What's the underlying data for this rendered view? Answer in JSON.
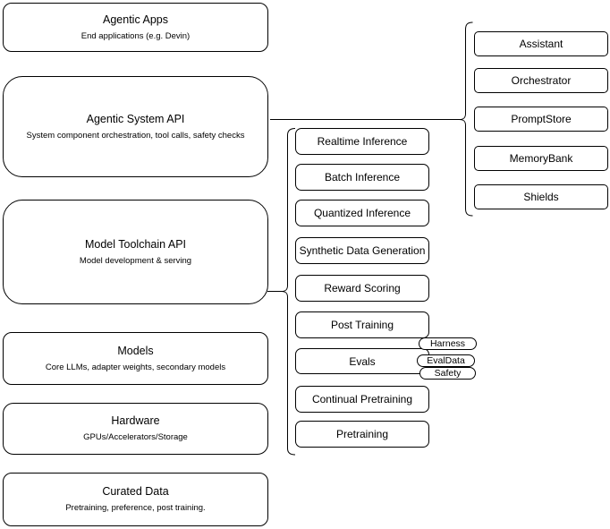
{
  "diagram": {
    "left_column": [
      {
        "title": "Agentic Apps",
        "subtitle": "End applications (e.g. Devin)"
      },
      {
        "title": "Agentic System API",
        "subtitle": "System component orchestration, tool calls, safety checks"
      },
      {
        "title": "Model Toolchain API",
        "subtitle": "Model development & serving"
      },
      {
        "title": "Models",
        "subtitle": "Core LLMs, adapter weights, secondary models"
      },
      {
        "title": "Hardware",
        "subtitle": "GPUs/Accelerators/Storage"
      },
      {
        "title": "Curated Data",
        "subtitle": "Pretraining, preference, post training."
      }
    ],
    "toolchain_components": [
      "Realtime Inference",
      "Batch Inference",
      "Quantized Inference",
      "Synthetic Data Generation",
      "Reward Scoring",
      "Post Training",
      "Evals",
      "Continual Pretraining",
      "Pretraining"
    ],
    "eval_tags": [
      "Harness",
      "EvalData",
      "Safety"
    ],
    "system_components": [
      "Assistant",
      "Orchestrator",
      "PromptStore",
      "MemoryBank",
      "Shields"
    ],
    "colors": {
      "stroke": "#000000",
      "background": "#ffffff",
      "node_fill": "#ffffff"
    }
  }
}
